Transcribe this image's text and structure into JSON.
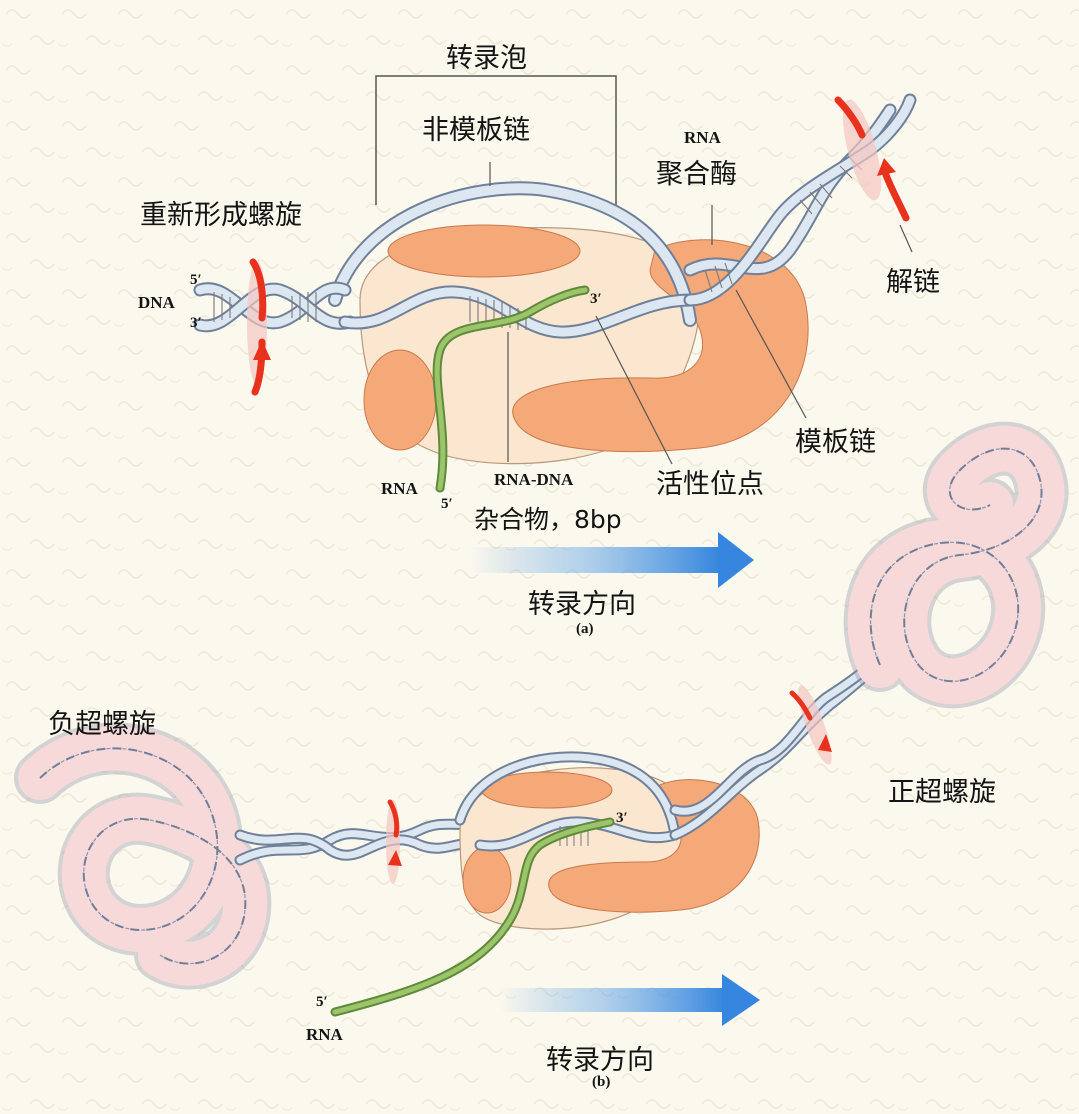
{
  "figure": {
    "panel_a": {
      "bubble_label": "转录泡",
      "nontemplate_label": "非模板链",
      "rewind_label": "重新形成螺旋",
      "dna_label": "DNA",
      "five_prime": "5′",
      "three_prime": "3′",
      "rna_pol_line1": "RNA",
      "rna_pol_line2": "聚合酶",
      "unwind_label": "解链",
      "template_label": "模板链",
      "active_site_label": "活性位点",
      "rna_label": "RNA",
      "rna_five_prime": "5′",
      "hybrid_line1": "RNA-DNA",
      "hybrid_line2": "杂合物，8bp",
      "rna_three_prime": "3′",
      "direction_label": "转录方向",
      "panel_letter": "(a)"
    },
    "panel_b": {
      "neg_supercoil_label": "负超螺旋",
      "pos_supercoil_label": "正超螺旋",
      "rna_three_prime": "3′",
      "rna_five_prime": "5′",
      "rna_label": "RNA",
      "direction_label": "转录方向",
      "panel_letter": "(b)"
    },
    "colors": {
      "enzyme_light": "#fbe6cf",
      "enzyme_orange": "#f5a878",
      "dna_strand": "#dde7f2",
      "rna_strand": "#8ab257",
      "rotation_arrow": "#e8321e",
      "direction_arrow": "#3f8fe0",
      "supercoil_fill": "#f7d9d9"
    }
  }
}
